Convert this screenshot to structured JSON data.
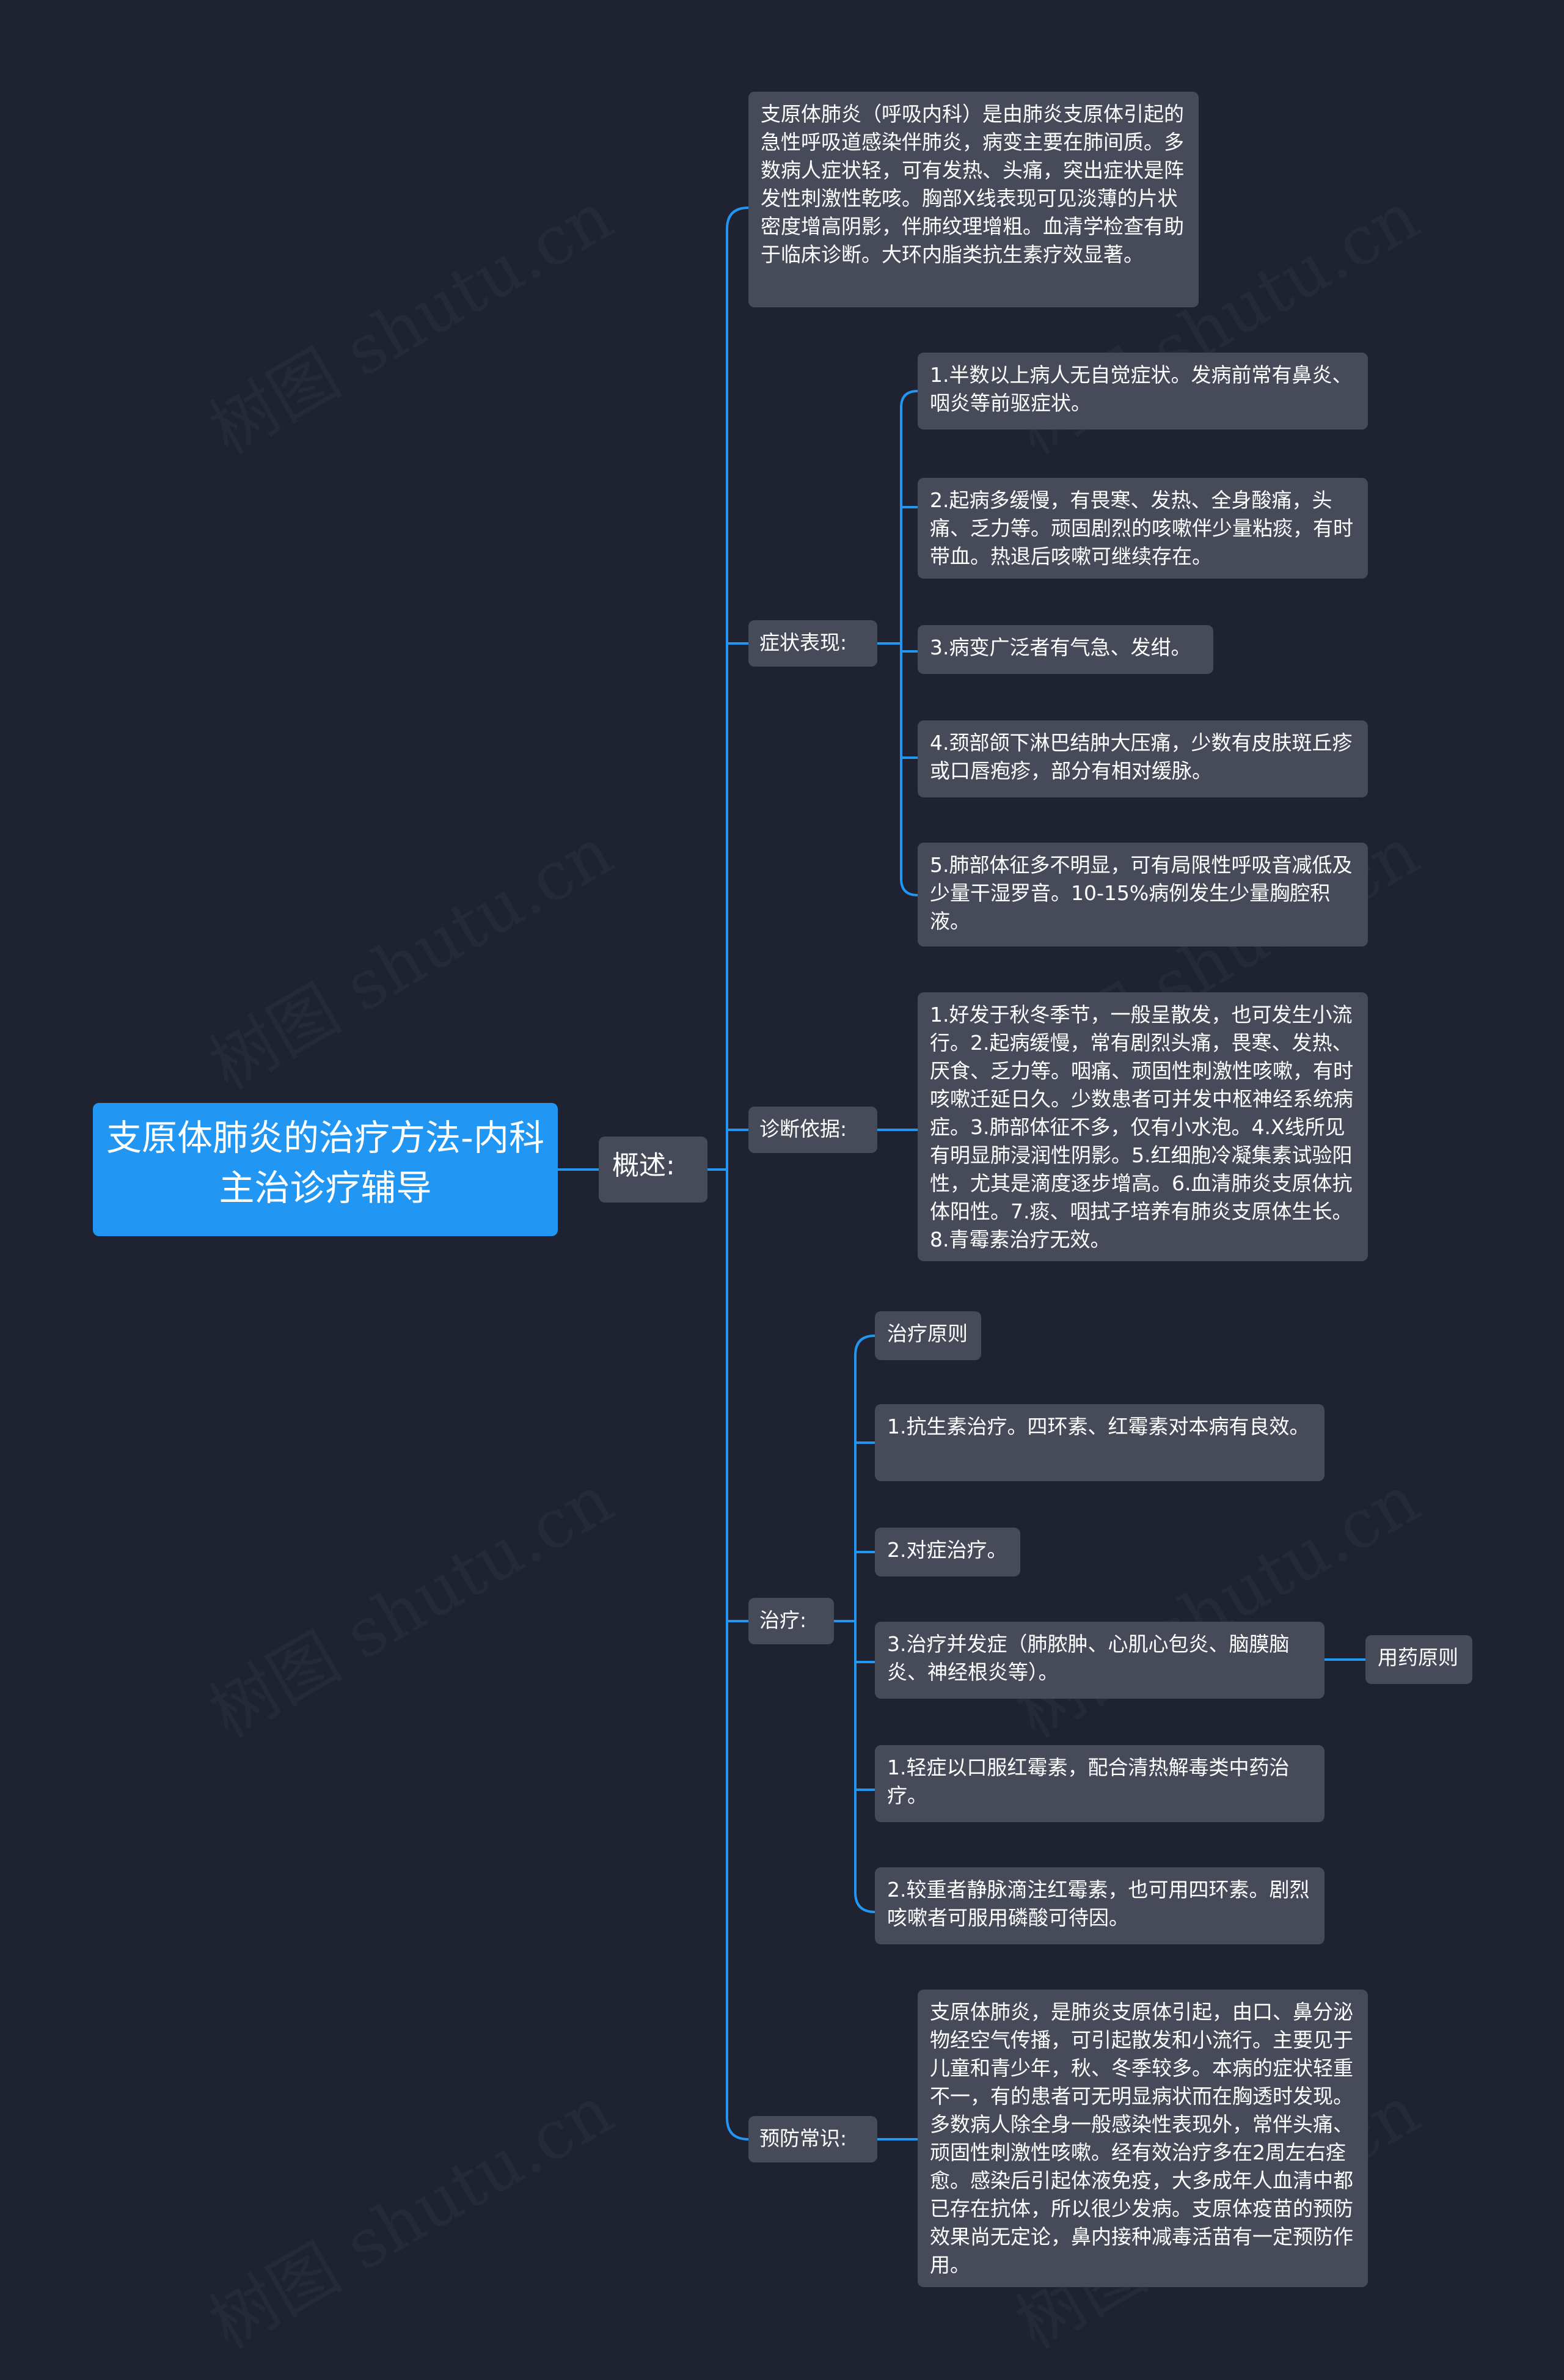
{
  "root": {
    "title": "支原体肺炎的治疗方法-内科主治诊疗辅导"
  },
  "level1": {
    "label": "概述:"
  },
  "intro": {
    "text": "支原体肺炎（呼吸内科）是由肺炎支原体引起的急性呼吸道感染伴肺炎，病变主要在肺间质。多数病人症状轻，可有发热、头痛，突出症状是阵发性刺激性乾咳。胸部X线表现可见淡薄的片状密度增高阴影，伴肺纹理增粗。血清学检查有助于临床诊断。大环内脂类抗生素疗效显著。"
  },
  "symptoms": {
    "label": "症状表现:",
    "items": [
      "1.半数以上病人无自觉症状。发病前常有鼻炎、咽炎等前驱症状。",
      "2.起病多缓慢，有畏寒、发热、全身酸痛，头痛、乏力等。顽固剧烈的咳嗽伴少量粘痰，有时带血。热退后咳嗽可继续存在。",
      "3.病变广泛者有气急、发绀。",
      "4.颈部颌下淋巴结肿大压痛，少数有皮肤斑丘疹或口唇疱疹，部分有相对缓脉。",
      "5.肺部体征多不明显，可有局限性呼吸音减低及少量干湿罗音。10-15%病例发生少量胸腔积液。"
    ]
  },
  "diagnosis": {
    "label": "诊断依据:",
    "text": "1.好发于秋冬季节，一般呈散发，也可发生小流行。2.起病缓慢，常有剧烈头痛，畏寒、发热、厌食、乏力等。咽痛、顽固性刺激性咳嗽，有时咳嗽迁延日久。少数患者可并发中枢神经系统病症。3.肺部体征不多，仅有小水泡。4.X线所见有明显肺浸润性阴影。5.红细胞冷凝集素试验阳性，尤其是滴度逐步增高。6.血清肺炎支原体抗体阳性。7.痰、咽拭子培养有肺炎支原体生长。8.青霉素治疗无效。"
  },
  "treatment": {
    "label": "治疗:",
    "items": [
      "治疗原则",
      "1.抗生素治疗。四环素、红霉素对本病有良效。",
      "2.对症治疗。",
      "3.治疗并发症（肺脓肿、心肌心包炎、脑膜脑炎、神经根炎等）。",
      "1.轻症以口服红霉素，配合清热解毒类中药治疗。",
      "2.较重者静脉滴注红霉素，也可用四环素。剧烈咳嗽者可服用磷酸可待因。"
    ],
    "side_label": "用药原则"
  },
  "prevention": {
    "label": "预防常识:",
    "text": "支原体肺炎，是肺炎支原体引起，由口、鼻分泌物经空气传播，可引起散发和小流行。主要见于儿童和青少年，秋、冬季较多。本病的症状轻重不一，有的患者可无明显病状而在胸透时发现。多数病人除全身一般感染性表现外，常伴头痛、顽固性刺激性咳嗽。经有效治疗多在2周左右痊愈。感染后引起体液免疫，大多成年人血清中都已存在抗体，所以很少发病。支原体疫苗的预防效果尚无定论，鼻内接种减毒活苗有一定预防作用。"
  },
  "watermark": "树图 shutu.cn",
  "colors": {
    "background": "#1f2230",
    "root": "#2196f3",
    "node": "#474b59",
    "connector": "#2196f3",
    "text": "#ffffff"
  }
}
